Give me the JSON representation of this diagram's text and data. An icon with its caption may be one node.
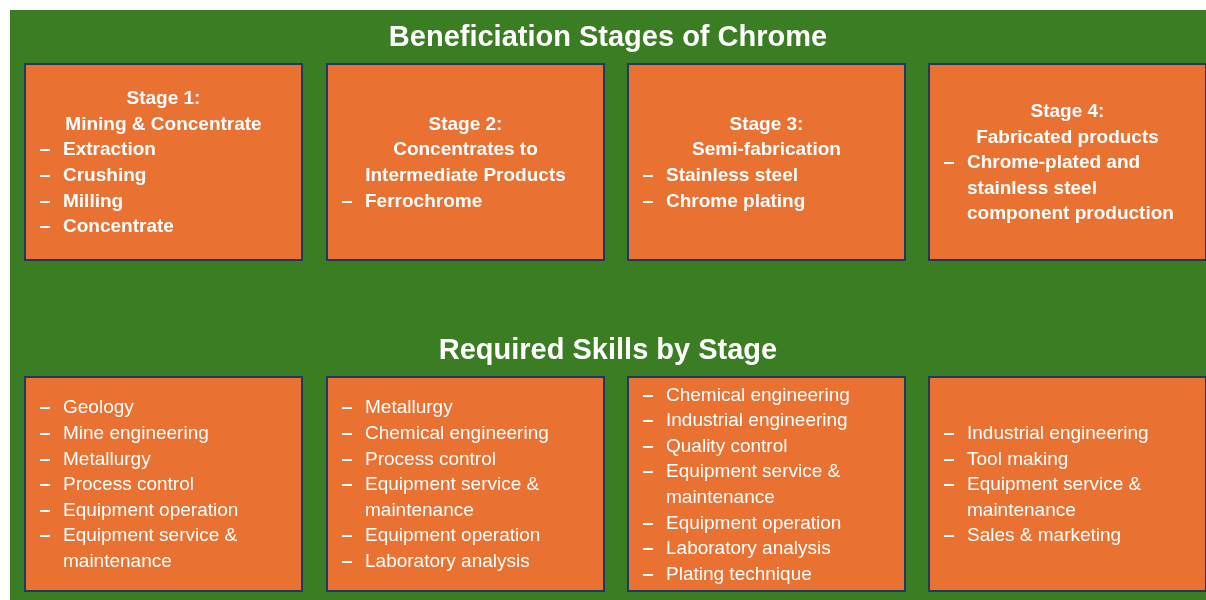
{
  "diagram": {
    "title": "Beneficiation Stages of Chrome",
    "nodes": [
      {
        "text": [
          "Stage 1:",
          "Mining & Concentrate",
          "Extraction",
          "Crushing",
          "Milling",
          "Concentrate"
        ]
      },
      {
        "text": [
          "Stage 2:",
          "Concentrates to Intermediate Products",
          "Ferrochrome"
        ]
      },
      {
        "text": [
          "Stage 3:",
          "Semi-fabrication",
          "Stainless steel",
          "Chrome plating"
        ]
      },
      {
        "text": [
          "Stage 4:",
          "Fabricated products",
          "Chrome-plated and stainless steel component production"
        ]
      },
      {
        "text": [
          "Geology",
          "Mine engineering",
          "Metallurgy",
          "Process control",
          "Equipment operation",
          "Equipment service & maintenance"
        ]
      },
      {
        "text": [
          "Metallurgy",
          "Chemical engineering",
          "Process control",
          "Equipment service & maintenance",
          "Equipment operation",
          "Laboratory analysis"
        ]
      },
      {
        "text": [
          "Chemical engineering",
          "Industrial engineering",
          "Quality control",
          "Equipment service & maintenance",
          "Equipment operation",
          "Laboratory analysis",
          "Plating technique"
        ]
      },
      {
        "text": [
          "Industrial engineering",
          "Tool making",
          "Equipment service & maintenance",
          "Sales & marketing"
        ]
      }
    ],
    "labels": [
      "Required Skills by Stage"
    ]
  }
}
